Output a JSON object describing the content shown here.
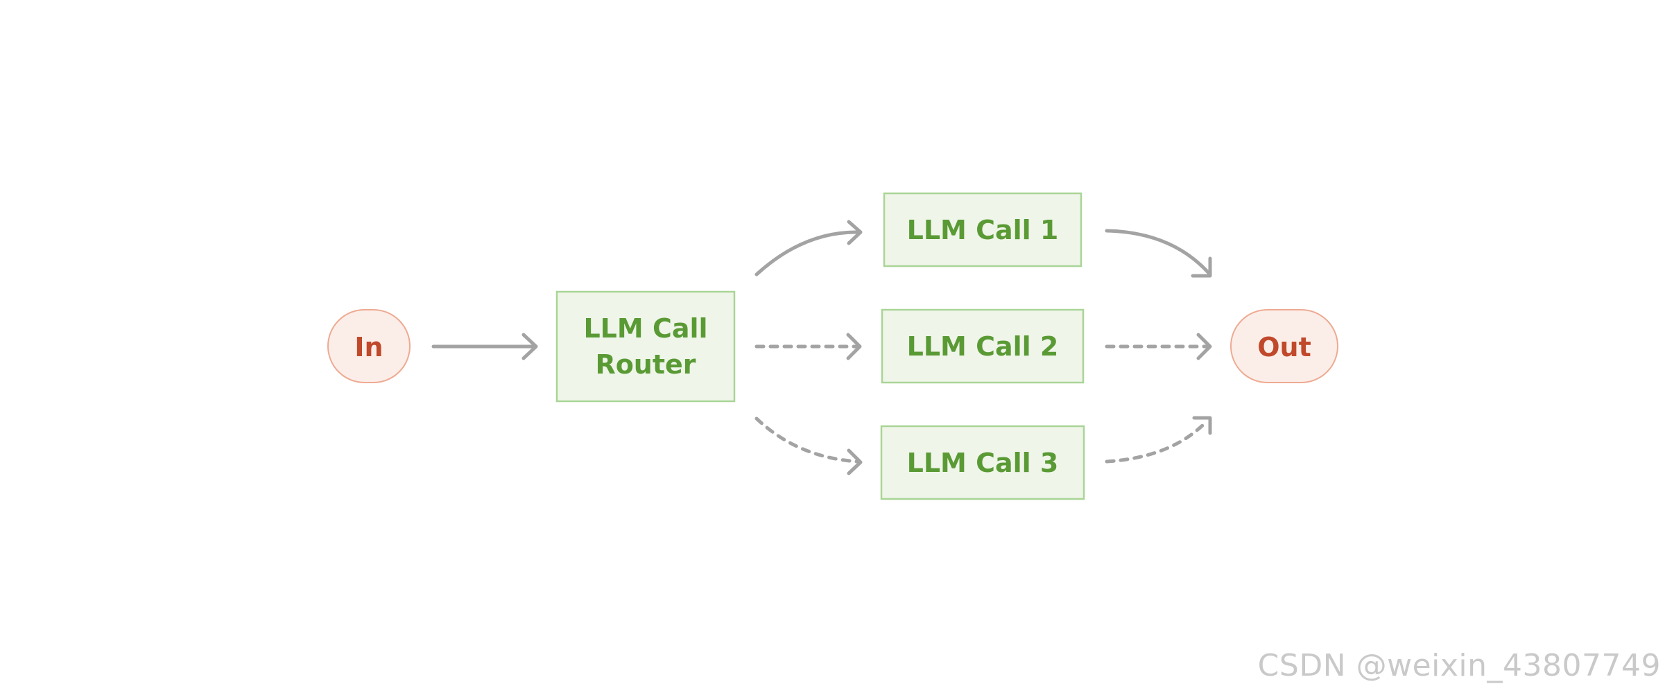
{
  "colors": {
    "terminal_fill": "#fbeee9",
    "terminal_stroke": "#eeaa92",
    "terminal_text": "#c0492b",
    "llm_fill": "#eff5e9",
    "llm_stroke": "#a9d596",
    "llm_text": "#5a9a35",
    "arrow": "#a3a3a3",
    "watermark": "#c9c9c9"
  },
  "nodes": {
    "input": {
      "label": "In"
    },
    "router": {
      "line1": "LLM Call",
      "line2": "Router"
    },
    "call1": {
      "label": "LLM Call 1"
    },
    "call2": {
      "label": "LLM Call 2"
    },
    "call3": {
      "label": "LLM Call 3"
    },
    "output": {
      "label": "Out"
    }
  },
  "edges": [
    {
      "from": "input",
      "to": "router",
      "style": "solid"
    },
    {
      "from": "router",
      "to": "call1",
      "style": "solid"
    },
    {
      "from": "router",
      "to": "call2",
      "style": "dashed"
    },
    {
      "from": "router",
      "to": "call3",
      "style": "dashed"
    },
    {
      "from": "call1",
      "to": "output",
      "style": "solid"
    },
    {
      "from": "call2",
      "to": "output",
      "style": "dashed"
    },
    {
      "from": "call3",
      "to": "output",
      "style": "dashed"
    }
  ],
  "watermark": "CSDN @weixin_43807749"
}
